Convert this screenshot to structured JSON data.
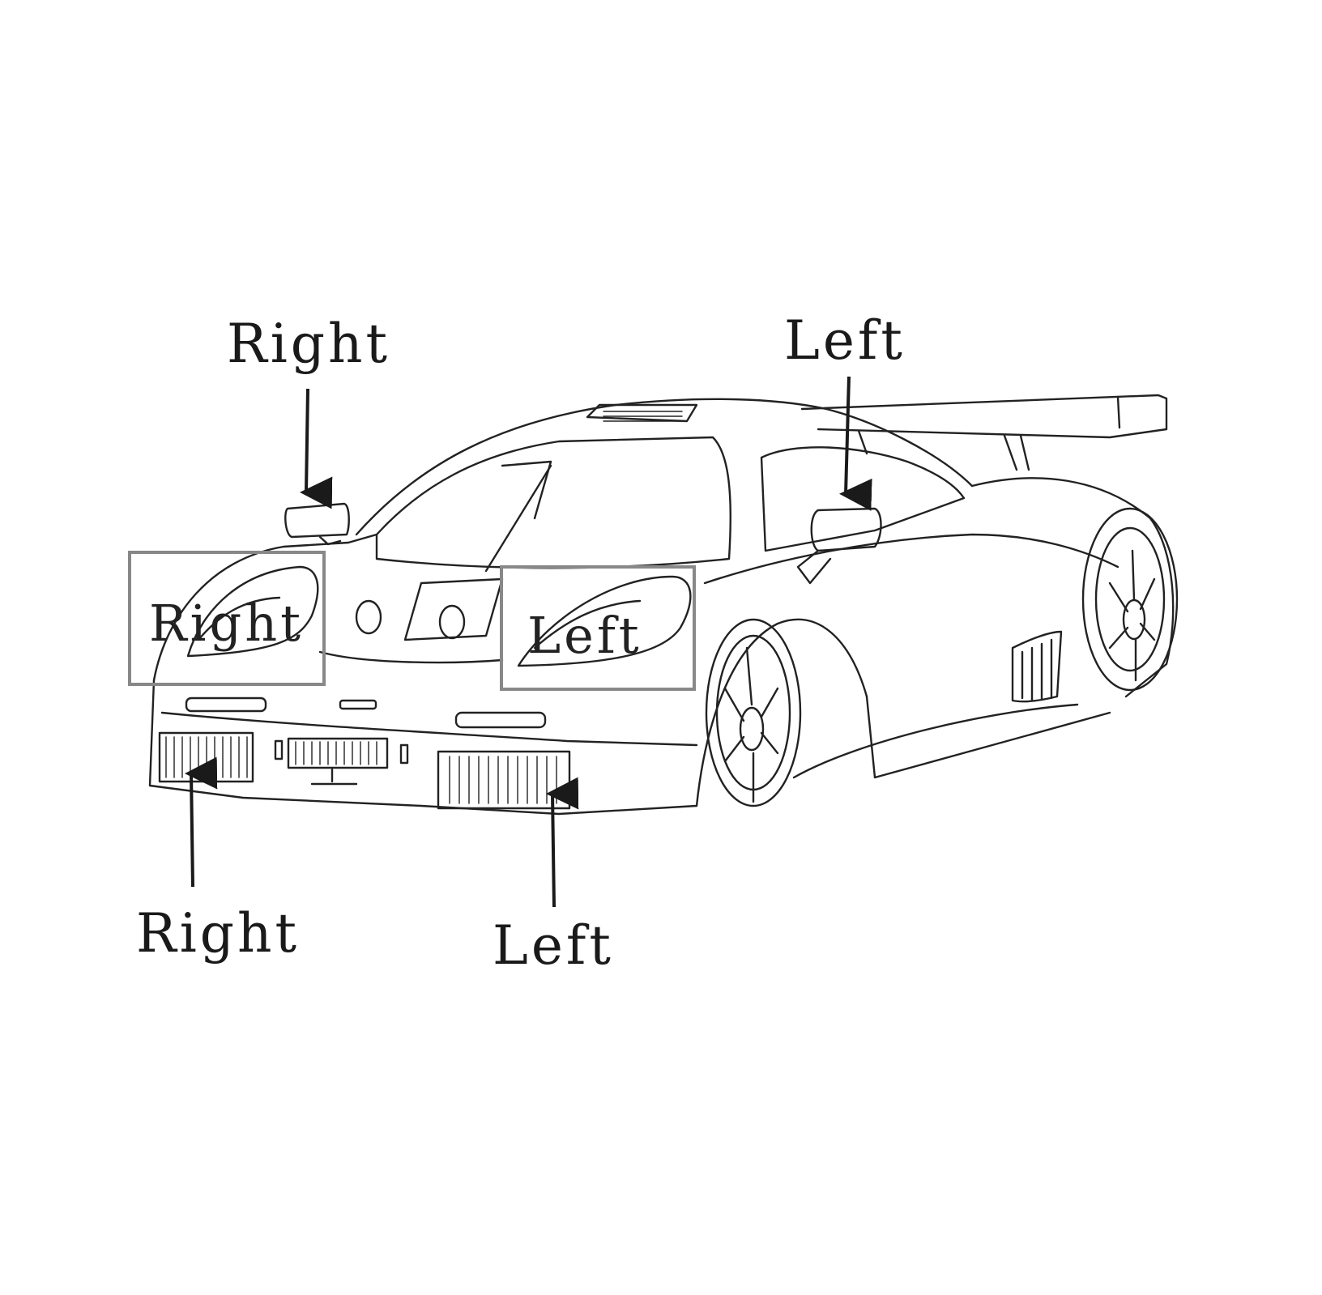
{
  "diagram": {
    "labels": {
      "mirror_right": "Right",
      "mirror_left": "Left",
      "headlight_right": "Right",
      "headlight_left": "Left",
      "foglight_right": "Right",
      "foglight_left": "Left"
    },
    "colors": {
      "ink": "#1a1a1a",
      "box_border": "#888888",
      "background": "#ffffff"
    }
  }
}
